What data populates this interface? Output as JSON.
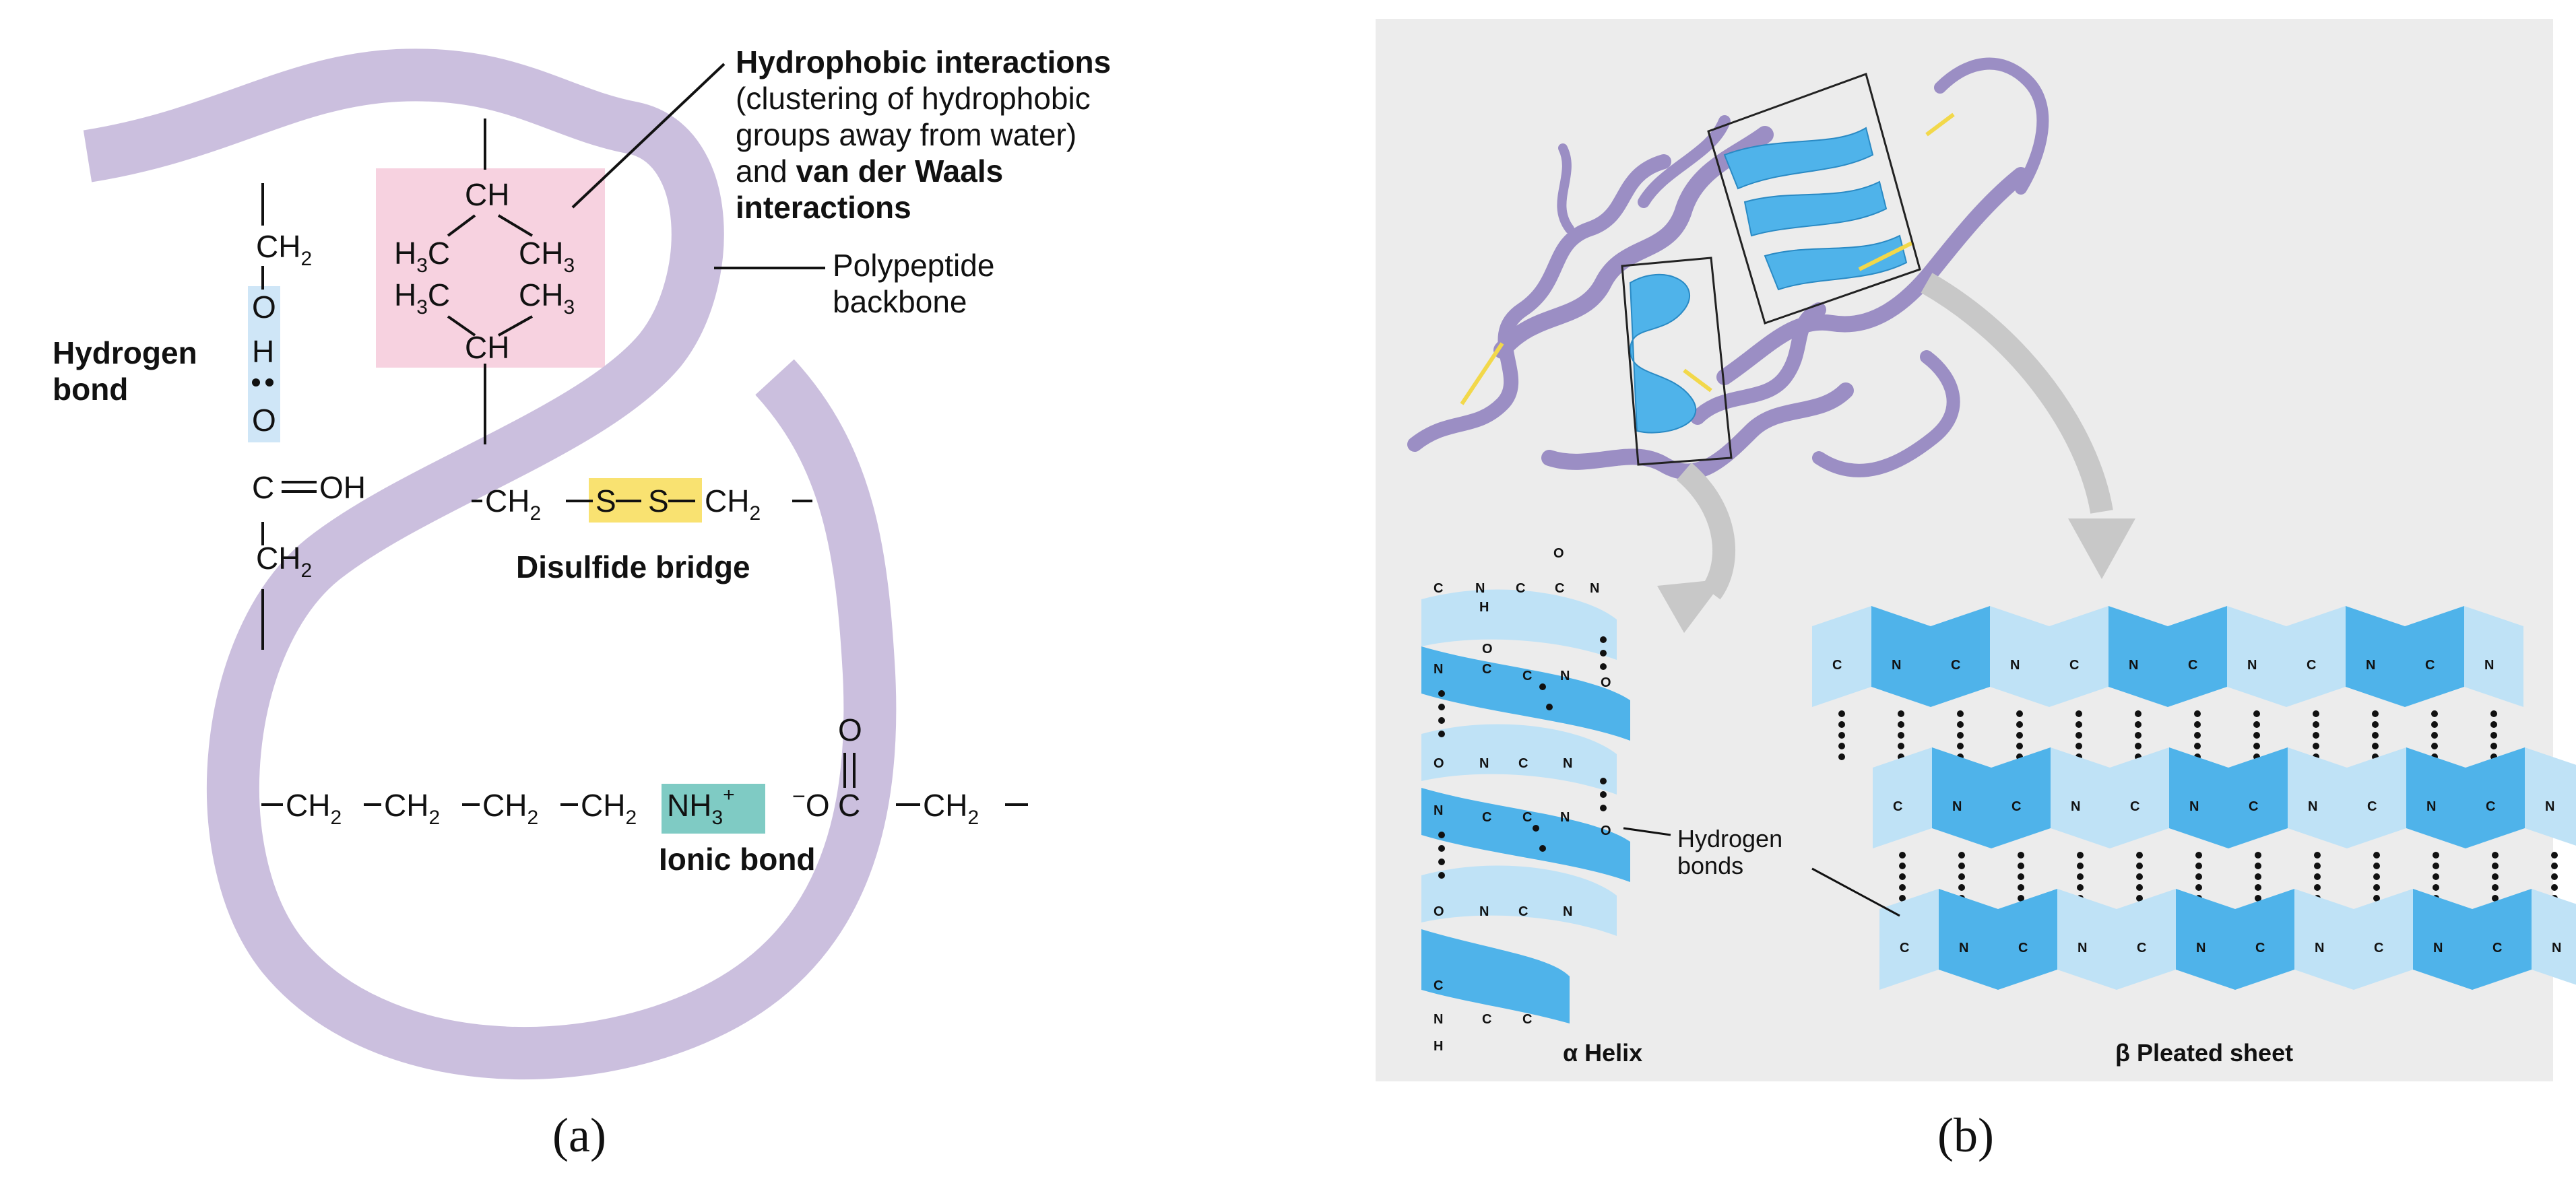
{
  "panel_a": {
    "caption": "(a)",
    "hydrophobic": {
      "line1": "Hydrophobic interactions",
      "line2": "(clustering of hydrophobic",
      "line3": "groups away from water)",
      "line4_and": "and",
      "line4_bold": "van der Waals",
      "line5": "interactions"
    },
    "backbone_line1": "Polypeptide",
    "backbone_line2": "backbone",
    "hbond_line1": "Hydrogen",
    "hbond_line2": "bond",
    "disulfide": "Disulfide bridge",
    "ionic": "Ionic bond",
    "chem": {
      "ch2": "CH",
      "sub2": "2",
      "sub3": "3",
      "ch": "CH",
      "h3c": "H",
      "c": "C",
      "o": "O",
      "h": "H",
      "oh": "OH",
      "s": "S",
      "nh3": "NH",
      "plus": "+",
      "minus": "−",
      "oc": "O"
    },
    "colors": {
      "backbone": "#cbbfde",
      "hydrophobic_box": "#f7d2e0",
      "hbond_box": "#cfe6f7",
      "disulfide_box": "#f9e271",
      "ionic_box": "#7fcbc4"
    }
  },
  "panel_b": {
    "caption": "(b)",
    "hbonds_line1": "Hydrogen",
    "hbonds_line2": "bonds",
    "alpha_label": "α Helix",
    "beta_label": "β Pleated sheet",
    "atoms": {
      "c": "C",
      "n": "N",
      "o": "O",
      "h": "H"
    },
    "colors": {
      "background": "#ececec",
      "ribbon": "#9b8ec4",
      "helix": "#4fb3ea",
      "helix_light": "#bfe2f6",
      "disulfide": "#f2d84a",
      "arrow": "#c8c8c8"
    }
  }
}
